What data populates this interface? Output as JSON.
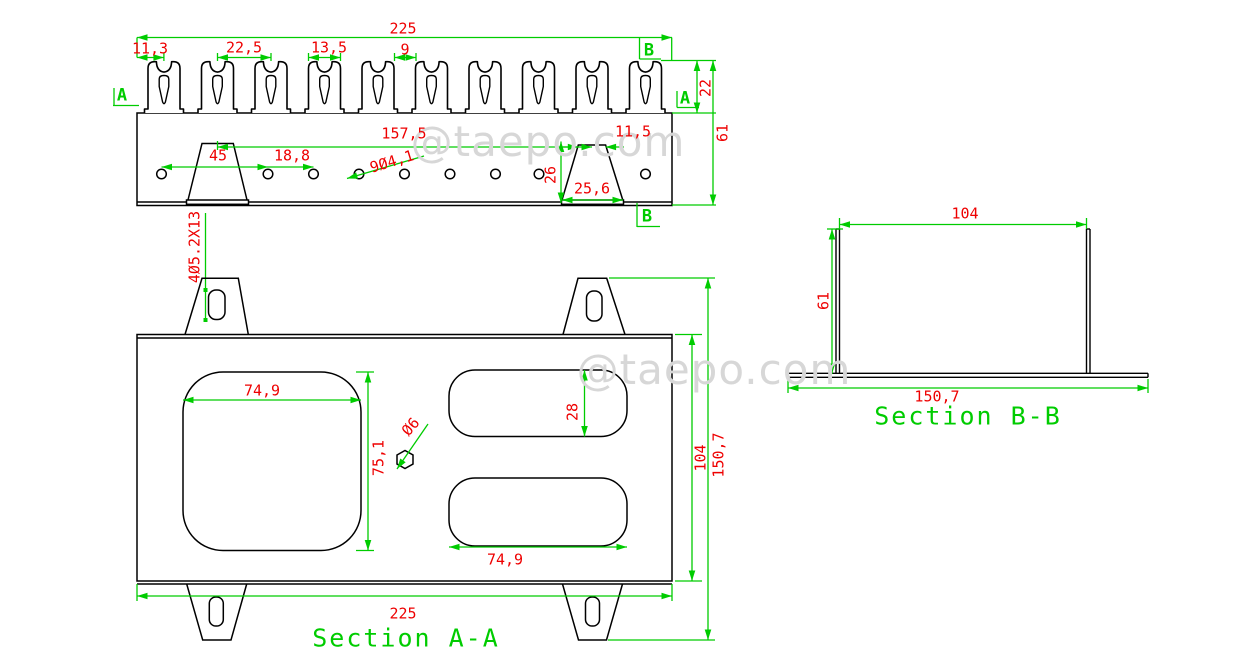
{
  "watermark": {
    "text": "@taepo.com"
  },
  "colors": {
    "linework": "#000000",
    "dimension_lines": "#00cc00",
    "dimension_text": "#ee0000",
    "section_labels": "#00cc00",
    "watermark": "#d7d7d7"
  },
  "top_view": {
    "markers": {
      "a": "A",
      "b": "B"
    },
    "dims": {
      "overall_width": "225",
      "first_tooth_offset": "11,3",
      "tooth_pitch": "22,5",
      "tooth_width": "13,5",
      "tooth_gap": "9",
      "teeth_height": "22",
      "total_height": "61",
      "tab_span": "157,5",
      "right_tab_top_width": "11,5",
      "first_hole_spacing": "45",
      "hole_pitch": "18,8",
      "holes_callout": "9Ø4,1",
      "tab_height": "26",
      "tab_bottom_width": "25,6",
      "slot_callout": "4Ø5.2X13"
    }
  },
  "section_aa": {
    "label": "Section A-A",
    "dims": {
      "square_cutout_width": "74,9",
      "square_cutout_height": "75,1",
      "hex_hole_callout": "Ø6",
      "rect_cutout_height": "28",
      "rect_cutout_width": "74,9",
      "plate_height": "104",
      "overall_height": "150,7",
      "overall_width": "225"
    }
  },
  "section_bb": {
    "label": "Section B-B",
    "dims": {
      "inner_width": "104",
      "wall_height": "61",
      "base_width": "150,7"
    }
  }
}
